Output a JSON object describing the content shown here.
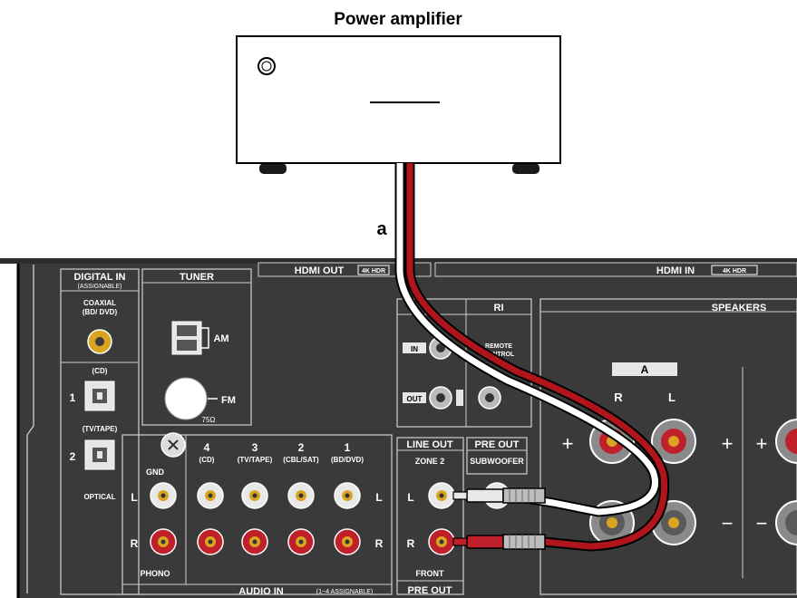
{
  "title": "Power amplifier",
  "cable_label": "a",
  "colors": {
    "panel": "#3a3a3a",
    "panel_line": "#cfcfcf",
    "cable_red": "#b0151b",
    "cable_white": "#ffffff",
    "rca_red": "#c0202a",
    "rca_white": "#e8e8e8",
    "gold": "#d9a520"
  },
  "panel": {
    "digital_in": "DIGITAL IN",
    "assignable": "(ASSIGNABLE)",
    "coaxial": "COAXIAL",
    "bd_dvd": "(BD/ DVD)",
    "cd": "(CD)",
    "opt1": "1",
    "tv_tape": "(TV/TAPE)",
    "opt2": "2",
    "optical": "OPTICAL",
    "tuner": "TUNER",
    "am": "AM",
    "fm": "FM",
    "ohm": "75Ω",
    "hdmi_out": "HDMI OUT",
    "hdmi_in": "HDMI IN",
    "k4hdr_out": "4K HDR",
    "k4hdr_in": "4K HDR",
    "ri": "RI",
    "ri_in": "IN",
    "ri_out": "OUT",
    "remote": "REMOTE",
    "control": "CONTROL",
    "speakers": "SPEAKERS",
    "spk_a": "A",
    "spk_r": "R",
    "spk_l": "L",
    "plus1": "+",
    "plus2": "+",
    "plus3": "+",
    "minus1": "−",
    "minus2": "−",
    "gnd": "GND",
    "in4": "4",
    "in4_sub": "(CD)",
    "in3": "3",
    "in3_sub": "(TV/TAPE)",
    "in2": "2",
    "in2_sub": "(CBL/SAT)",
    "in1": "1",
    "in1_sub": "(BD/DVD)",
    "row_l": "L",
    "row_r": "R",
    "row_l2": "L",
    "row_r2": "R",
    "phono": "PHONO",
    "audio_in": "AUDIO IN",
    "assignable_range": "(1~4 ASSIGNABLE)",
    "line_out": "LINE OUT",
    "pre_out_top": "PRE OUT",
    "zone2": "ZONE 2",
    "subwoofer": "SUBWOOFER",
    "z_l": "L",
    "z_r": "R",
    "front": "FRONT",
    "pre_out_bottom": "PRE OUT"
  }
}
